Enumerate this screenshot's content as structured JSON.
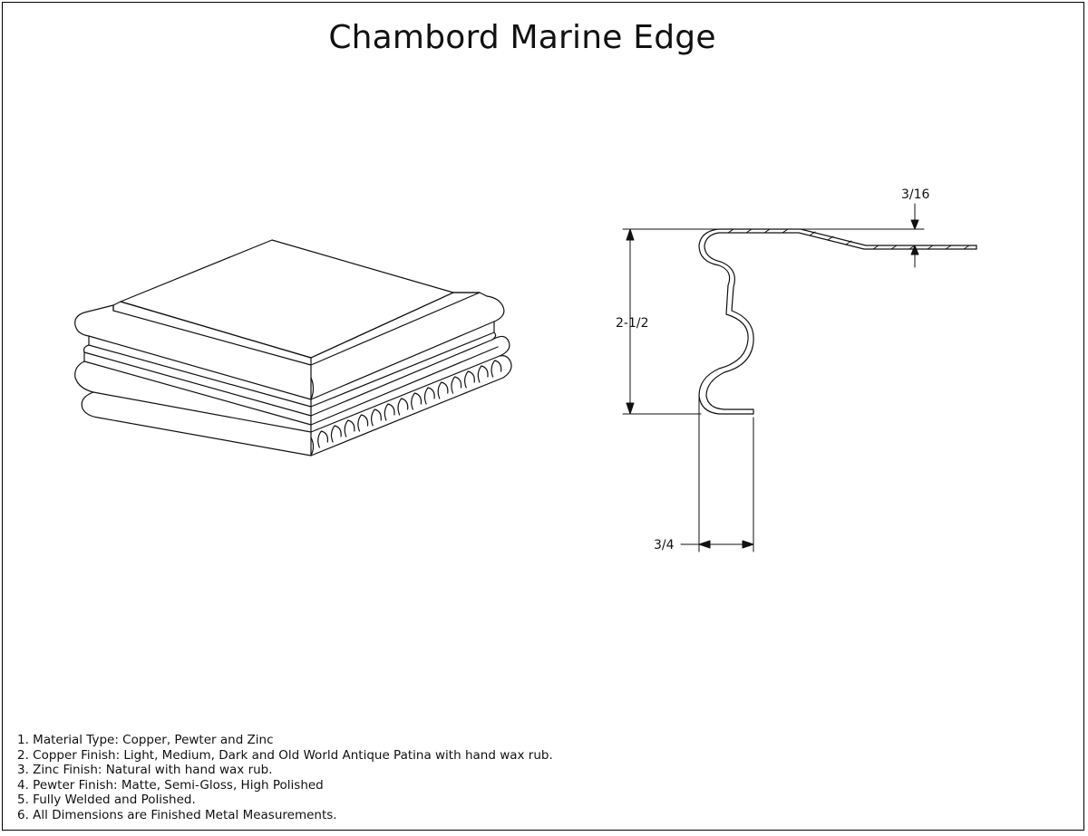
{
  "title": "Chambord Marine Edge",
  "dimensions": {
    "thickness": "3/16",
    "height": "2-1/2",
    "width": "3/4"
  },
  "notes": [
    "1. Material Type: Copper, Pewter and Zinc",
    "2. Copper Finish: Light, Medium, Dark and Old World Antique Patina with hand wax rub.",
    "3. Zinc Finish: Natural with hand wax rub.",
    "4. Pewter Finish: Matte, Semi-Gloss, High Polished",
    "5. Fully Welded and Polished.",
    "6. All Dimensions are Finished Metal Measurements."
  ],
  "colors": {
    "line": "#111111",
    "background": "#ffffff"
  }
}
